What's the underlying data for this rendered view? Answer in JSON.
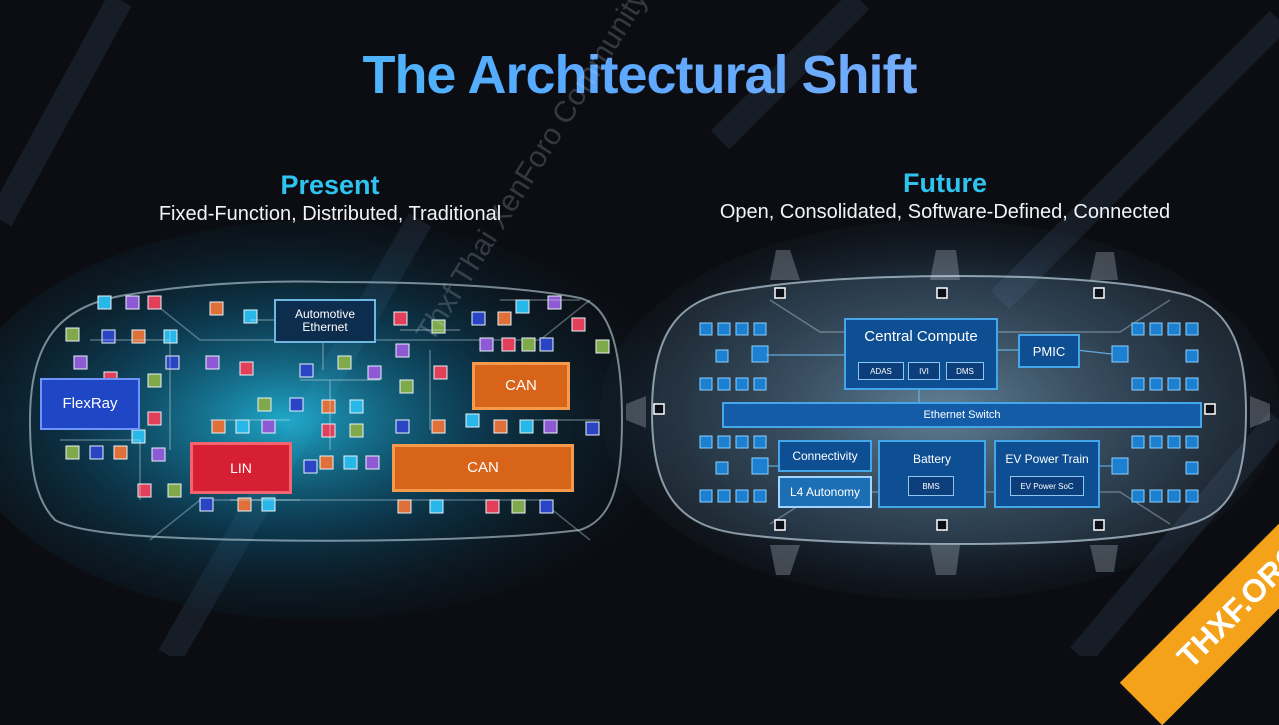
{
  "title": "The Architectural Shift",
  "present": {
    "heading": "Present",
    "subtitle": "Fixed-Function, Distributed, Traditional",
    "labels": {
      "flexray": "FlexRay",
      "automotive_ethernet": "Automotive Ethernet",
      "lin": "LIN",
      "can_upper": "CAN",
      "can_lower": "CAN"
    }
  },
  "future": {
    "heading": "Future",
    "subtitle": "Open, Consolidated, Software-Defined, Connected",
    "central_compute": {
      "label": "Central Compute",
      "chips": [
        "ADAS",
        "IVI",
        "DMS"
      ]
    },
    "pmic": "PMIC",
    "ethernet_switch": "Ethernet Switch",
    "connectivity": "Connectivity",
    "l4_autonomy": "L4 Autonomy",
    "battery": {
      "label": "Battery",
      "chip": "BMS"
    },
    "ev_power_train": {
      "label": "EV Power Train",
      "chip": "EV Power SoC"
    }
  },
  "watermark": "Thxf Thai XenForo Community",
  "badge": "THXF.ORG",
  "colors": {
    "flexray": "#1f46c4",
    "lin": "#d61f32",
    "can": "#d8641a",
    "future_box": "#0e4f94",
    "title_start": "#35c9f0",
    "title_end": "#8fb0f5"
  }
}
